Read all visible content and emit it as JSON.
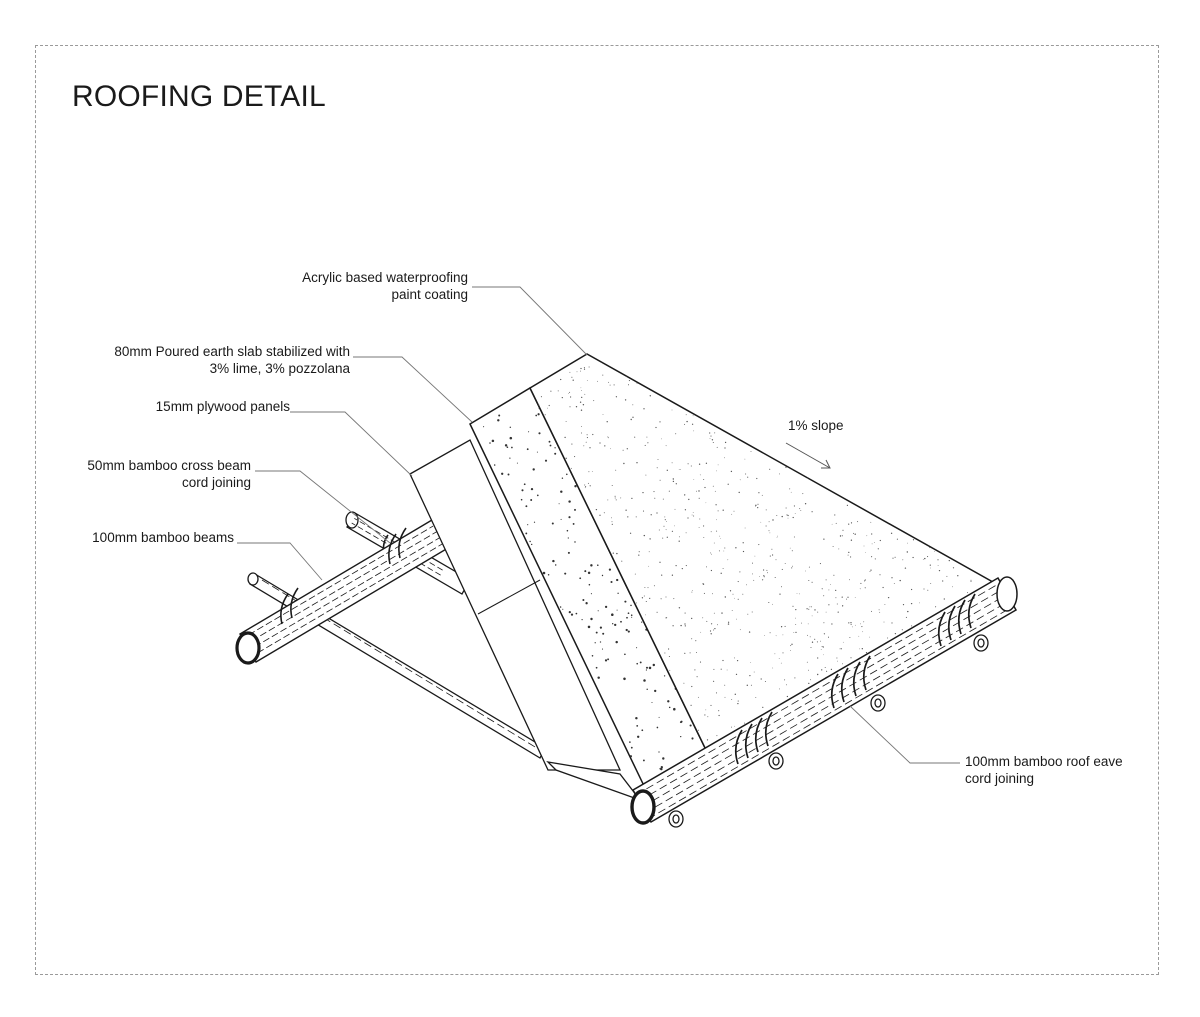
{
  "title": "ROOFING DETAIL",
  "labels": {
    "waterproofing": [
      "Acrylic based waterproofing",
      "paint coating"
    ],
    "earth_slab": [
      "80mm Poured earth slab stabilized with",
      "3% lime, 3% pozzolana"
    ],
    "plywood": [
      "15mm plywood panels"
    ],
    "cross_beam": [
      "50mm bamboo cross beam",
      "cord joining"
    ],
    "bamboo_beams": [
      "100mm bamboo beams"
    ],
    "slope": [
      "1% slope"
    ],
    "roof_eave": [
      "100mm bamboo roof eave",
      "cord joining"
    ]
  },
  "colors": {
    "line": "#1a1a1a",
    "leader": "#777777",
    "frame": "#9a9a9a"
  }
}
